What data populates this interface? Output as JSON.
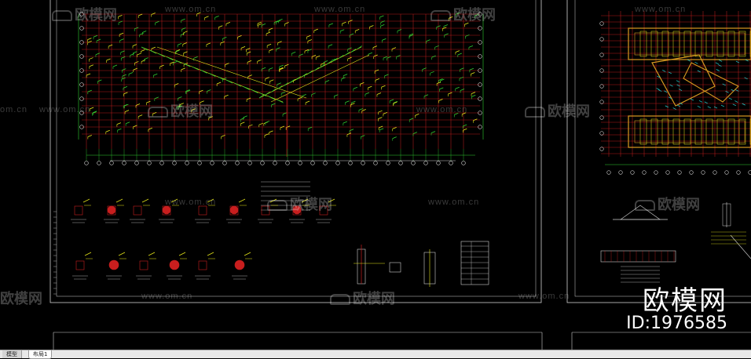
{
  "watermark": {
    "url": "www.om.cn",
    "url_short": "om.cn",
    "brand": "欧模网",
    "id_text": "ID:1976585"
  },
  "tabs": [
    {
      "label": "模型"
    },
    {
      "label": "布局1"
    }
  ],
  "colors": {
    "background": "#000000",
    "grid_red": "#c81e1e",
    "axis_green": "#30d030",
    "text_yellow": "#e8e81a",
    "frame_white": "#d0d0d0",
    "beam_orange": "#d89a20",
    "cyan": "#20d0d0"
  }
}
